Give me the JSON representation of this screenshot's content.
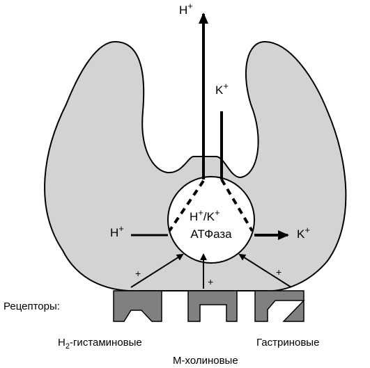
{
  "labels": {
    "h_top": "H",
    "h_top_sup": "+",
    "k_top": "K",
    "k_top_sup": "+",
    "pump_line1": "H",
    "pump_line1_sup": "+",
    "pump_line1_rest": "/K",
    "pump_line1_sup2": "+",
    "pump_line2": "АТФаза",
    "h_left": "H",
    "h_left_sup": "+",
    "k_right": "K",
    "k_right_sup": "+",
    "plus_left": "+",
    "plus_mid": "+",
    "plus_right": "+",
    "receptors": "Рецепторы:",
    "h2_prefix": "H",
    "h2_sub": "2",
    "h2_rest": "-гистаминовые",
    "m_cholin": "М-холиновые",
    "gastrin": "Гастриновые"
  },
  "colors": {
    "cell_fill": "#d3d3d3",
    "receptor_fill": "#808080",
    "stroke": "#000000"
  }
}
